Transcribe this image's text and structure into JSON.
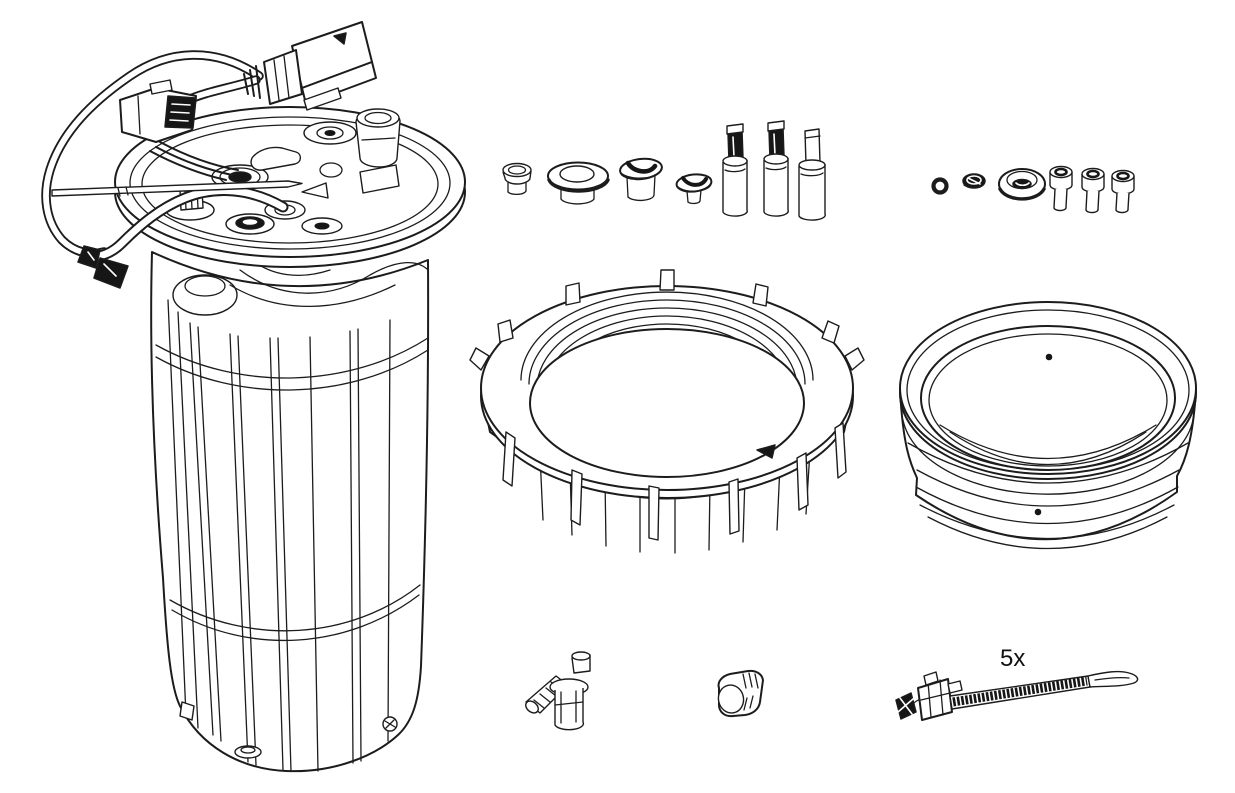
{
  "page": {
    "type": "technical-parts-diagram",
    "background_color": "#ffffff",
    "line_color": "#1c1c1c",
    "accent_dark": "#161616"
  },
  "labels": {
    "cable_tie_quantity": "5x"
  },
  "parts": [
    {
      "name": "tank-heater-module-assembly",
      "area": "left",
      "features": [
        "wiring-harness",
        "electrical-connector-plug",
        "inline-connector",
        "flange-plate-with-ports",
        "ribbed-canister-body"
      ]
    },
    {
      "name": "sealing-bushing-small",
      "area": "top-middle"
    },
    {
      "name": "sealing-grommet-flanged",
      "area": "top-middle"
    },
    {
      "name": "slotted-plug-screw-large",
      "area": "top-middle"
    },
    {
      "name": "slotted-plug-screw-small",
      "area": "top-middle"
    },
    {
      "name": "terminal-pin-bladed",
      "area": "top-middle"
    },
    {
      "name": "terminal-pin-bladed",
      "area": "top-middle"
    },
    {
      "name": "terminal-pin-plain",
      "area": "top-middle"
    },
    {
      "name": "o-ring-small",
      "area": "top-right"
    },
    {
      "name": "sealing-washer-small",
      "area": "top-right"
    },
    {
      "name": "sealing-grommet-round",
      "area": "top-right"
    },
    {
      "name": "socket-head-screw",
      "area": "top-right"
    },
    {
      "name": "socket-head-screw",
      "area": "top-right"
    },
    {
      "name": "socket-head-screw",
      "area": "top-right"
    },
    {
      "name": "locking-ring-threaded-collar",
      "area": "center"
    },
    {
      "name": "mounting-adapter-ring",
      "area": "center-right"
    },
    {
      "name": "elbow-hose-connector",
      "area": "bottom-middle"
    },
    {
      "name": "cap-plug-ribbed",
      "area": "bottom-middle"
    },
    {
      "name": "cable-tie",
      "area": "bottom-right",
      "quantity_label": "5x"
    }
  ]
}
